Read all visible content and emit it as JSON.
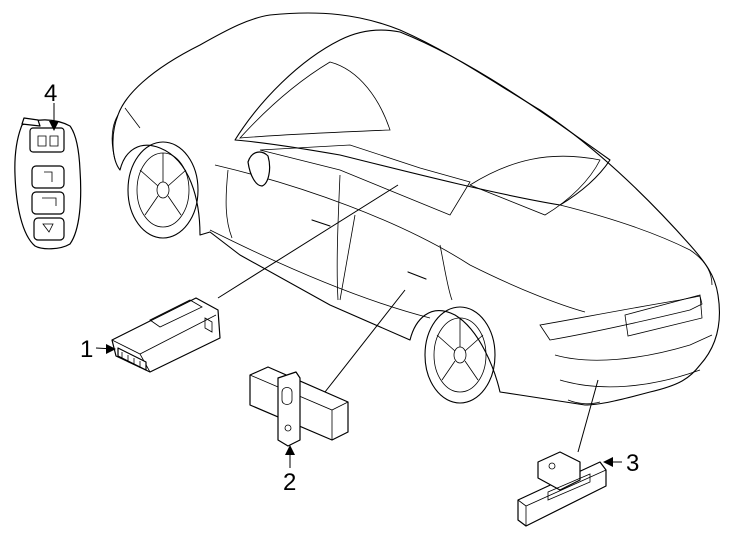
{
  "callouts": [
    {
      "id": "1",
      "label": "1"
    },
    {
      "id": "2",
      "label": "2"
    },
    {
      "id": "3",
      "label": "3"
    },
    {
      "id": "4",
      "label": "4"
    }
  ],
  "icons": [
    "car-body",
    "key-fob",
    "sensor-module",
    "bracket",
    "antenna"
  ],
  "colors": {
    "line": "#000000",
    "background": "#ffffff"
  }
}
